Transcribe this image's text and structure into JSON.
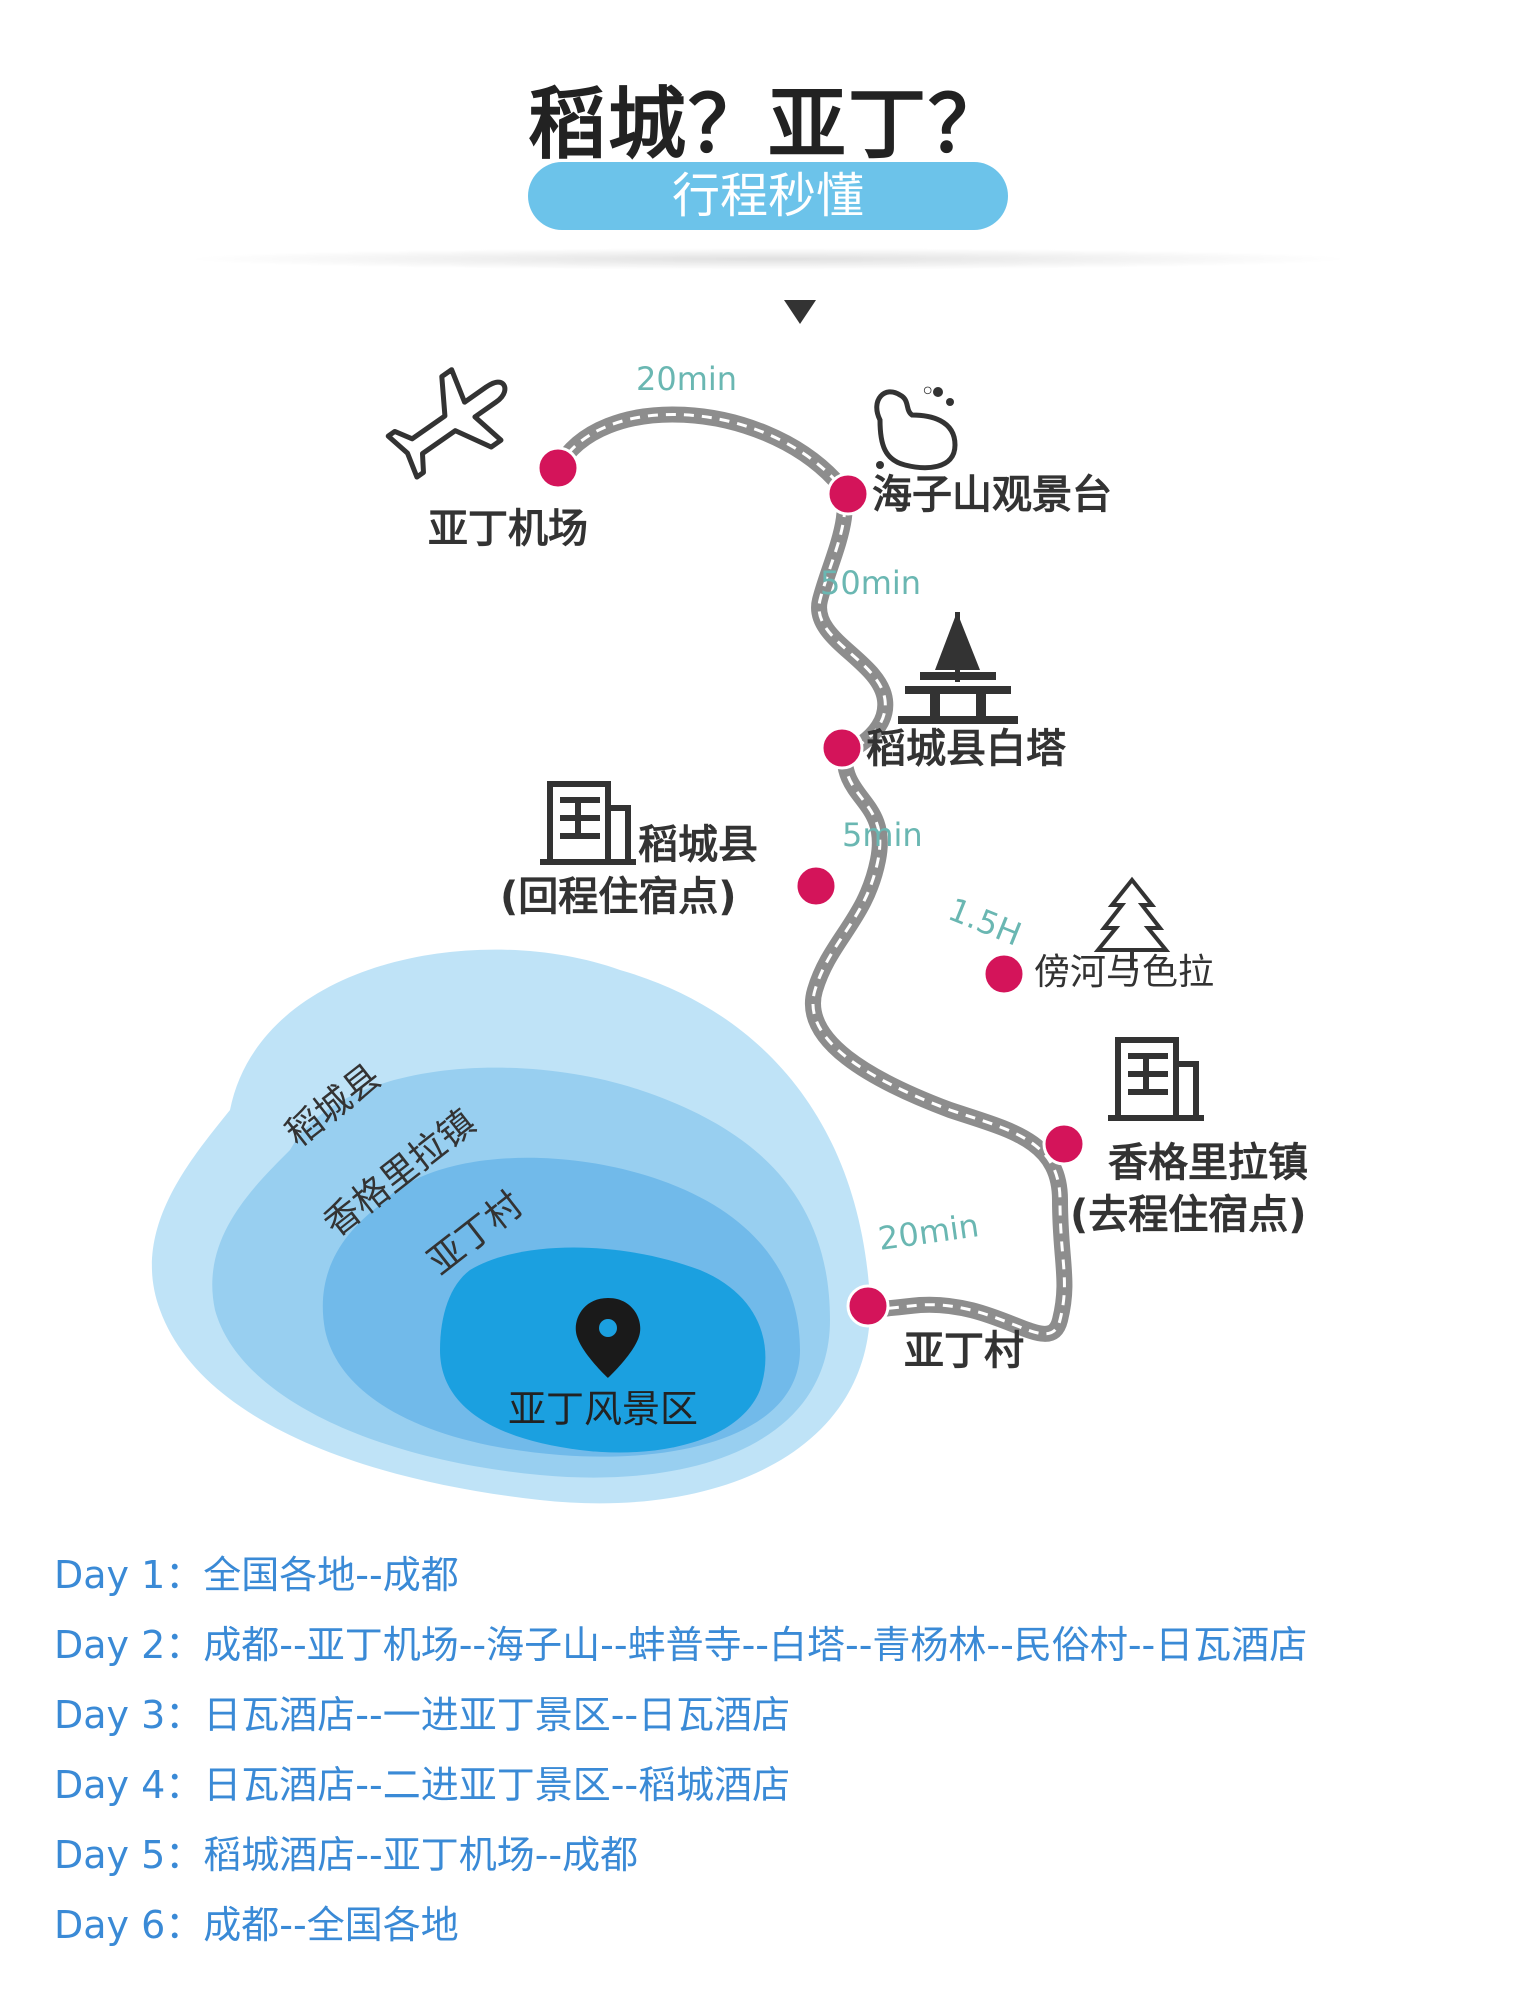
{
  "title": "稻城？亚丁？",
  "banner": "行程秒懂",
  "colors": {
    "stop_marker": "#d4145a",
    "banner": "#6cc3ea",
    "route": "#9a9a9a",
    "time_label": "#6ab7b2",
    "itinerary_text": "#3a8ad6"
  },
  "stops": {
    "airport": {
      "name": "亚丁机场",
      "icon": "airplane-icon"
    },
    "haizishan": {
      "name": "海子山观景台",
      "icon": "stone-icon"
    },
    "baita": {
      "name": "稻城县白塔",
      "icon": "pagoda-icon"
    },
    "daocheng": {
      "name": "稻城县",
      "note": "(回程住宿点)",
      "icon": "building-icon"
    },
    "bangheyusela": {
      "name": "傍河与色拉",
      "icon": "tree-icon"
    },
    "shangrila": {
      "name": "香格里拉镇",
      "note": "(去程住宿点)",
      "icon": "building-icon"
    },
    "yadingcun": {
      "name": "亚丁村"
    }
  },
  "segments": {
    "airport_haizishan": "20min",
    "haizishan_baita": "50min",
    "baita_daocheng": "5min",
    "daocheng_banghe": "1.5H",
    "shangrila_yading": "20min"
  },
  "zones": {
    "outer": "稻城县",
    "second": "香格里拉镇",
    "third": "亚丁村",
    "core": "亚丁风景区",
    "core_icon": "location-pin-icon"
  },
  "itinerary": [
    {
      "day": "Day 1：",
      "route": "全国各地--成都"
    },
    {
      "day": "Day 2：",
      "route": "成都--亚丁机场--海子山--蚌普寺--白塔--青杨林--民俗村--日瓦酒店"
    },
    {
      "day": "Day 3：",
      "route": "日瓦酒店--一进亚丁景区--日瓦酒店"
    },
    {
      "day": "Day 4：",
      "route": "日瓦酒店--二进亚丁景区--稻城酒店"
    },
    {
      "day": "Day 5：",
      "route": "稻城酒店--亚丁机场--成都"
    },
    {
      "day": "Day 6：",
      "route": "成都--全国各地"
    }
  ]
}
